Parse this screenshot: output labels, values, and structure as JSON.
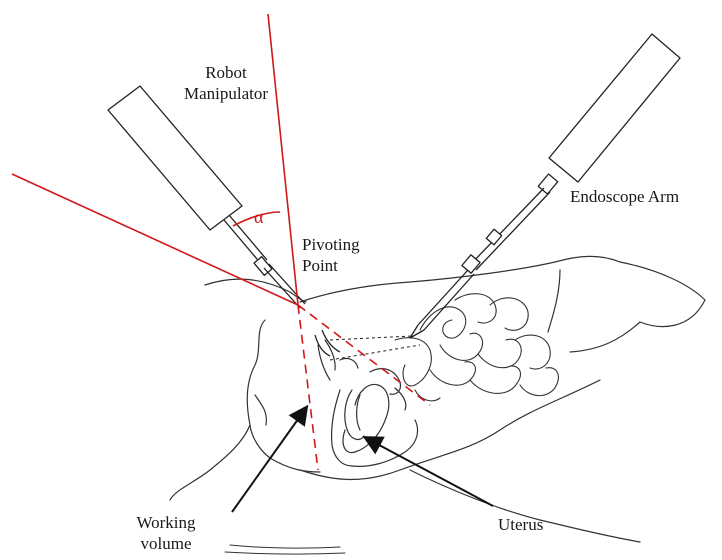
{
  "labels": {
    "robot_line1": "Robot",
    "robot_line2": "Manipulator",
    "endoscope_arm": "Endoscope Arm",
    "pivot_line1": "Pivoting",
    "pivot_line2": "Point",
    "angle_symbol": "α",
    "working_line1": "Working",
    "working_line2": "volume",
    "uterus": "Uterus"
  },
  "colors": {
    "guide_line": "#d01818",
    "drawing_line": "#333333",
    "text": "#1a1a1a"
  }
}
